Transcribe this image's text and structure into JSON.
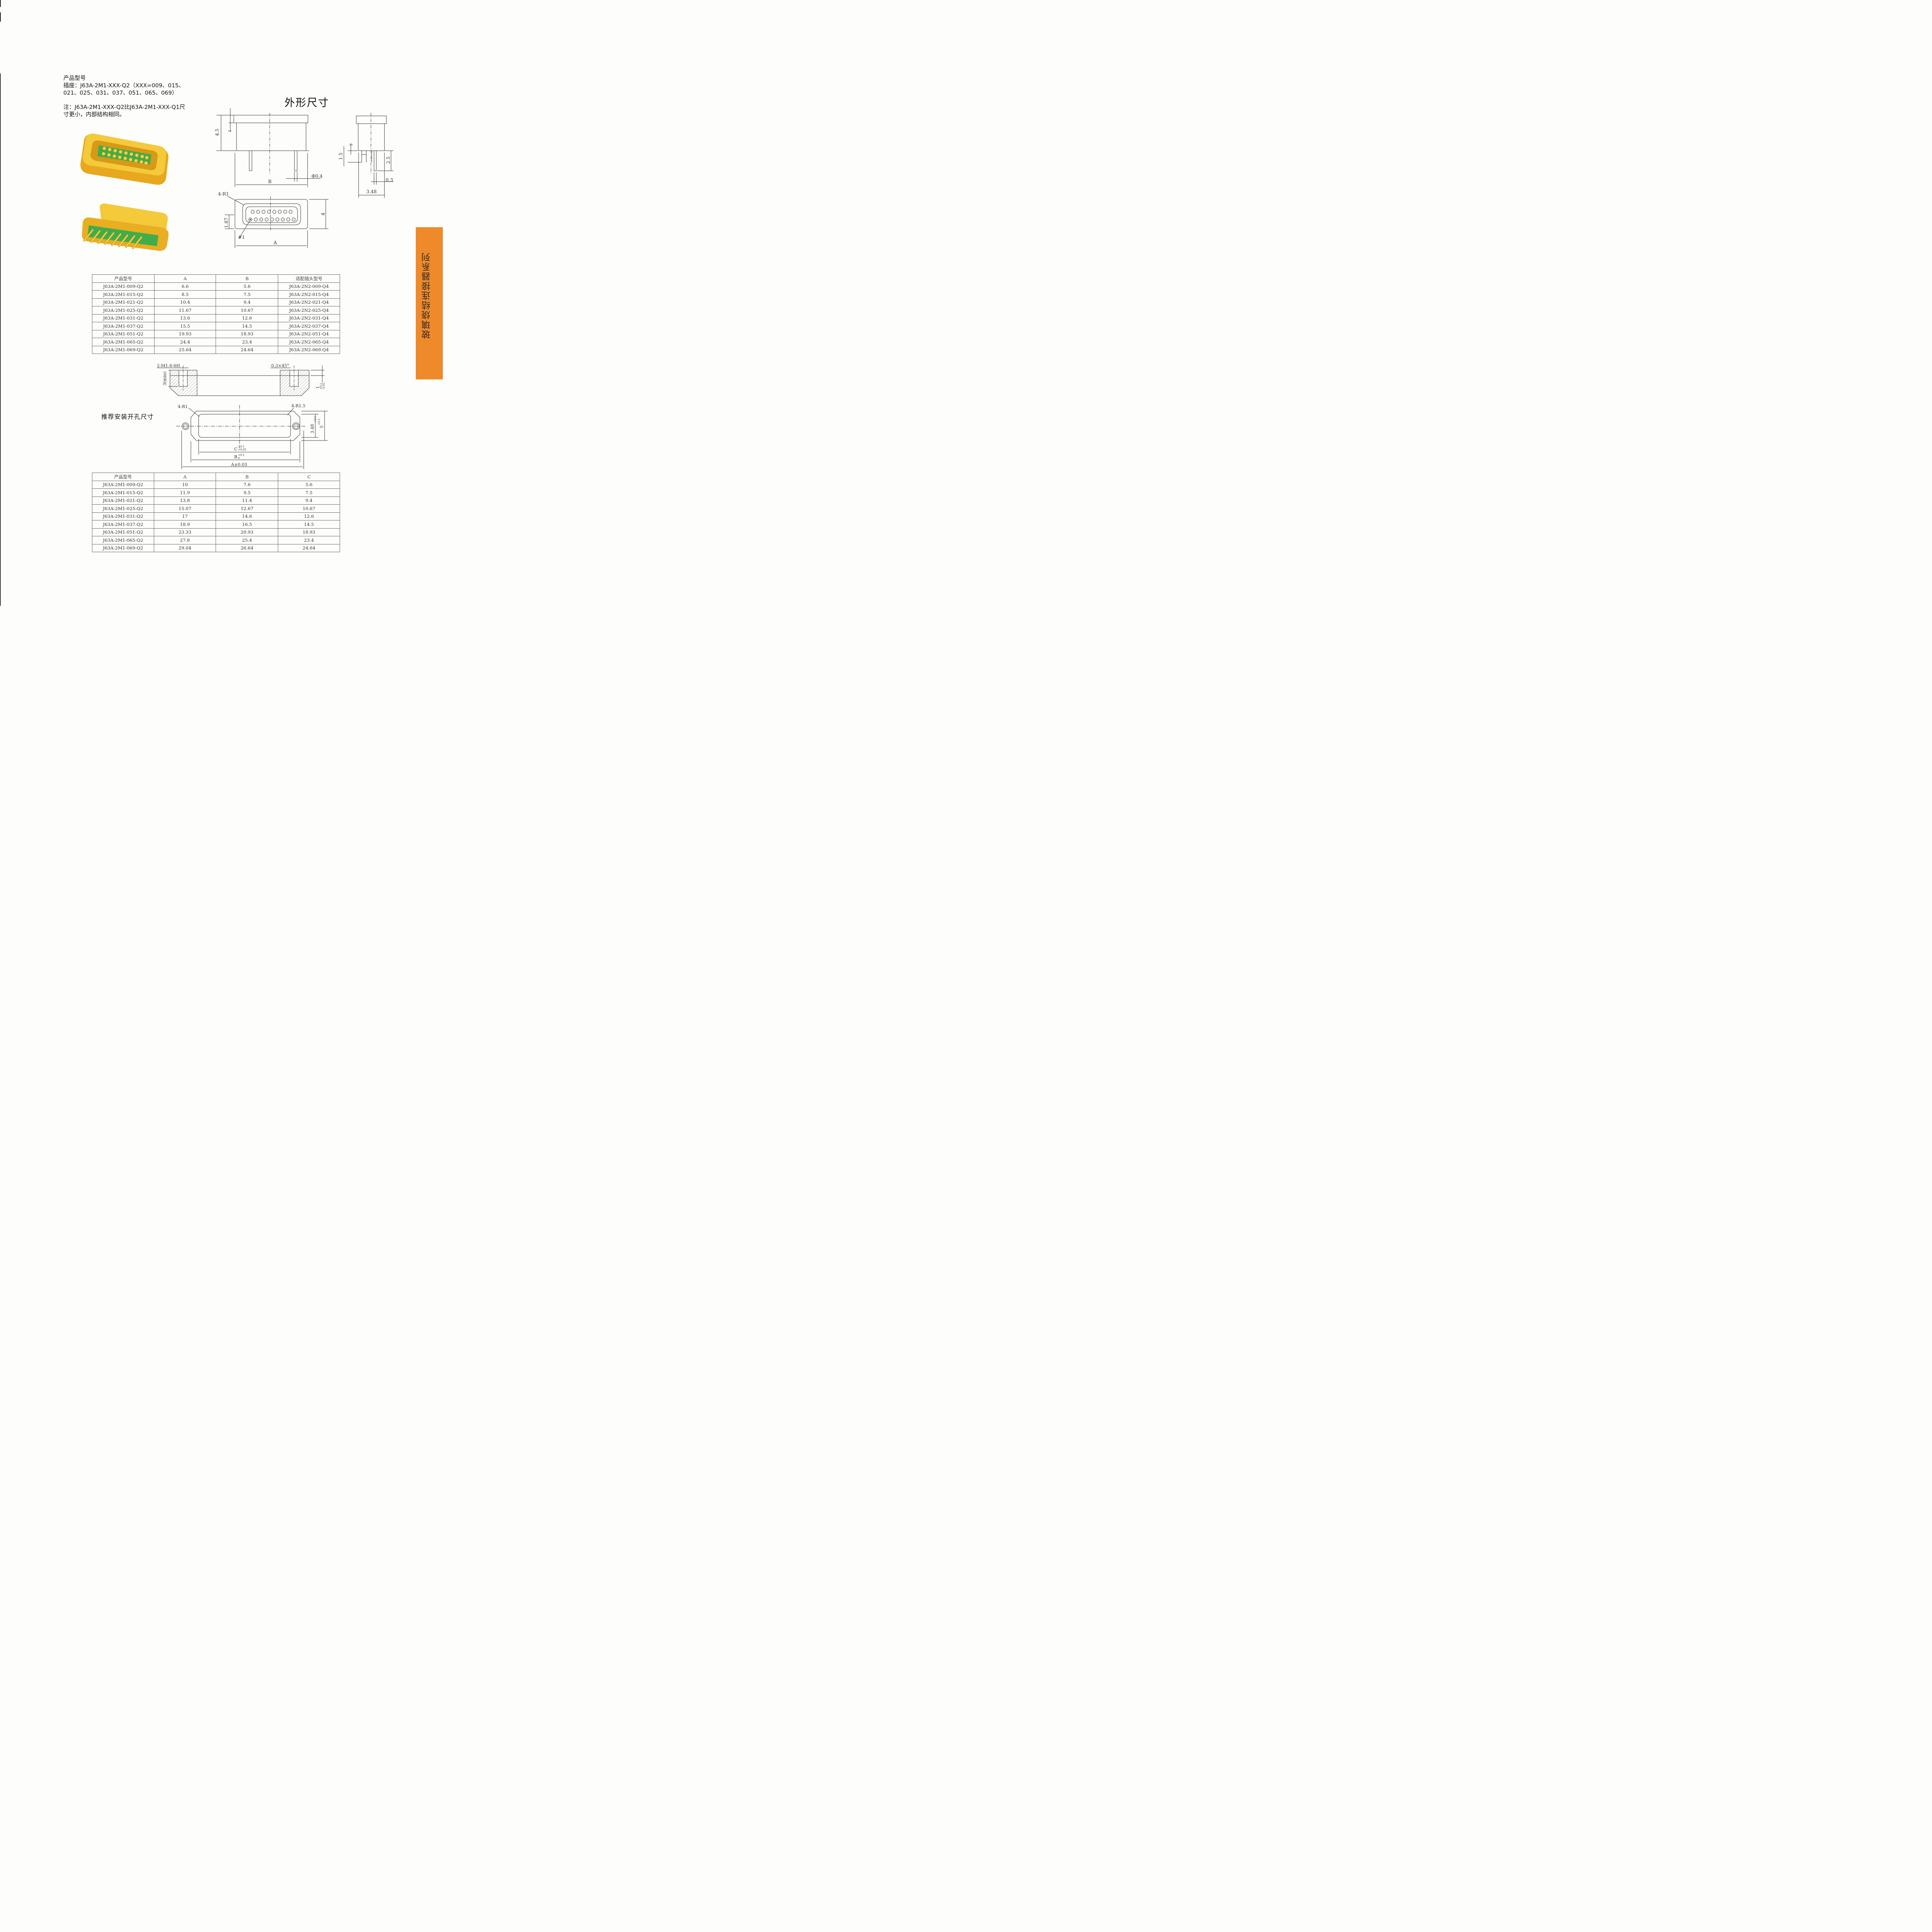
{
  "intro": {
    "heading": "产品型号",
    "socket_line1": "插座：J63A-2M1-XXX-Q2（XXX=009、015、",
    "socket_line2": "021、025、031、037、051、065、069）",
    "note_line1": "注：J63A-2M1-XXX-Q2比J63A-2M1-XXX-Q1尺",
    "note_line2": "寸更小，内部结构相同。"
  },
  "titles": {
    "outline": "外形尺寸",
    "mounting": "推荐安装开孔尺寸",
    "side_tab": "玻璃烧结连接器系列"
  },
  "drawing_labels": {
    "h_4_5": "4.5",
    "d_1": "1",
    "b": "B",
    "phi": "Φ0.4",
    "r1": "4-R1",
    "d_1_87": "1.87",
    "d_4": "4",
    "pin1": "#1",
    "a": "A",
    "s_1": "1",
    "s_1_5": "1.5",
    "s_2_5": "2.5",
    "s_0_3": "0.3",
    "s_3_48": "3.48",
    "m_thread": "2-M1.6-6H",
    "m_chamfer": "0.3×45°",
    "m_3min": "3(min)",
    "m_1": "1",
    "m_tol1": "+0.1",
    "m_tol2": "-0.05",
    "m_r1": "4-R1",
    "m_r15": "4-R1.5",
    "m_c": "C",
    "m_c_tol1": "+0.1",
    "m_c_tol2": "+0.05",
    "m_b": "B",
    "m_b_tol1": "+0.1",
    "m_b_tol2": "0",
    "m_a": "A±0.03",
    "m_348": "3.48",
    "m_348_tol": "+0.1",
    "m_5": "5",
    "m_5_tol": "+0.1"
  },
  "table1": {
    "headers": [
      "产品型号",
      "A",
      "B",
      "适配插头型号"
    ],
    "rows": [
      [
        "J63A-2M1-009-Q2",
        "6.6",
        "5.6",
        "J63A-2N2-009-Q4"
      ],
      [
        "J63A-2M1-015-Q2",
        "8.5",
        "7.5",
        "J63A-2N2-015-Q4"
      ],
      [
        "J63A-2M1-021-Q2",
        "10.4",
        "9.4",
        "J63A-2N2-021-Q4"
      ],
      [
        "J63A-2M1-025-Q2",
        "11.67",
        "10.67",
        "J63A-2N2-025-Q4"
      ],
      [
        "J63A-2M1-031-Q2",
        "13.6",
        "12.6",
        "J63A-2N2-031-Q4"
      ],
      [
        "J63A-2M1-037-Q2",
        "15.5",
        "14.5",
        "J63A-2N2-037-Q4"
      ],
      [
        "J63A-2M1-051-Q2",
        "19.93",
        "18.93",
        "J63A-2N2-051-Q4"
      ],
      [
        "J63A-2M1-065-Q2",
        "24.4",
        "23.4",
        "J63A-2N2-065-Q4"
      ],
      [
        "J63A-2M1-069-Q2",
        "25.64",
        "24.64",
        "J63A-2N2-069-Q4"
      ]
    ]
  },
  "table2": {
    "headers": [
      "产品型号",
      "A",
      "B",
      "C"
    ],
    "rows": [
      [
        "J63A-2M1-009-Q2",
        "10",
        "7.6",
        "5.6"
      ],
      [
        "J63A-2M1-015-Q2",
        "11.9",
        "9.5",
        "7.5"
      ],
      [
        "J63A-2M1-021-Q2",
        "13.8",
        "11.4",
        "9.4"
      ],
      [
        "J63A-2M1-025-Q2",
        "15.07",
        "12.67",
        "10.67"
      ],
      [
        "J63A-2M1-031-Q2",
        "17",
        "14.6",
        "12.6"
      ],
      [
        "J63A-2M1-037-Q2",
        "18.9",
        "16.5",
        "14.5"
      ],
      [
        "J63A-2M1-051-Q2",
        "23.33",
        "20.93",
        "18.93"
      ],
      [
        "J63A-2M1-065-Q2",
        "27.8",
        "25.4",
        "23.4"
      ],
      [
        "J63A-2M1-069-Q2",
        "29.04",
        "26.64",
        "24.64"
      ]
    ]
  },
  "colors": {
    "tab": "#ef8a2a",
    "gold": "#f2c230",
    "insulator": "#3fae4a"
  }
}
